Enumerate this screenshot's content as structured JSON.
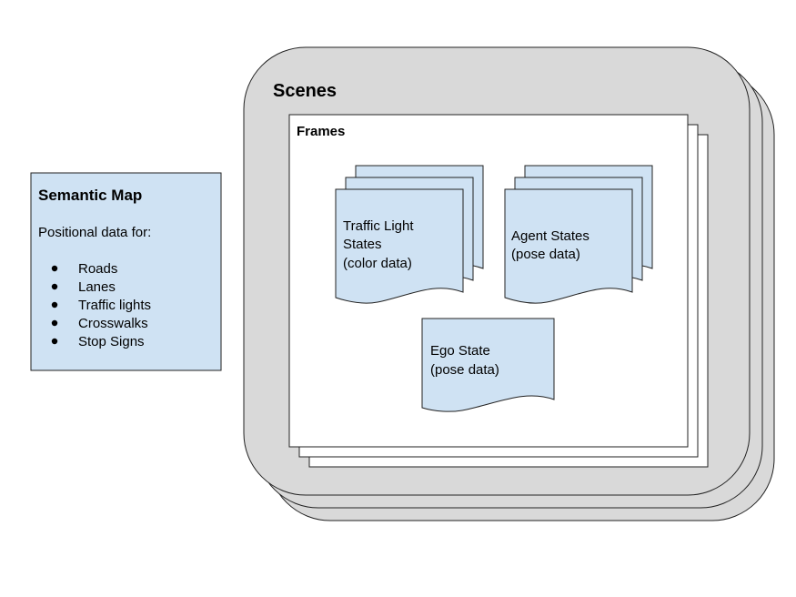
{
  "colors": {
    "scene_fill": "#d9d9d9",
    "frame_fill": "#ffffff",
    "doc_fill": "#cfe2f3",
    "stroke": "#222222"
  },
  "semantic_map": {
    "title": "Semantic Map",
    "subtitle": "Positional data for:",
    "items": [
      "Roads",
      "Lanes",
      "Traffic lights",
      "Crosswalks",
      "Stop Signs"
    ]
  },
  "scenes": {
    "title": "Scenes"
  },
  "frames": {
    "title": "Frames"
  },
  "traffic_light_states": {
    "line1": "Traffic Light",
    "line2": "States",
    "line3": "(color data)"
  },
  "agent_states": {
    "line1": "Agent States",
    "line2": "(pose data)"
  },
  "ego_state": {
    "line1": "Ego State",
    "line2": "(pose data)"
  }
}
